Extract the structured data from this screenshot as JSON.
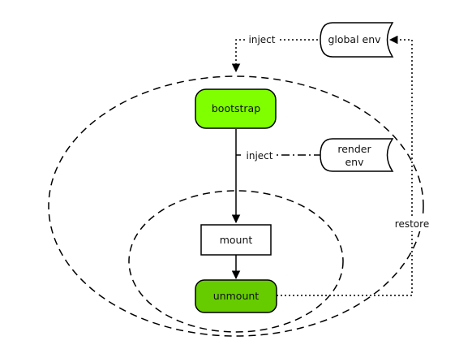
{
  "nodes": {
    "bootstrap": {
      "label": "bootstrap",
      "fill": "#7fff00"
    },
    "mount": {
      "label": "mount",
      "fill": "#ffffff"
    },
    "unmount": {
      "label": "unmount",
      "fill": "#66cc00"
    },
    "global_env": {
      "label": "global env"
    },
    "render_env": {
      "line1": "render",
      "line2": "env"
    }
  },
  "edges": {
    "inject_global": {
      "label": "inject"
    },
    "inject_render": {
      "label": "inject"
    },
    "restore": {
      "label": "restore"
    }
  },
  "colors": {
    "stroke": "#000000",
    "bootstrap": "#7fff00",
    "unmount": "#66cc00"
  }
}
